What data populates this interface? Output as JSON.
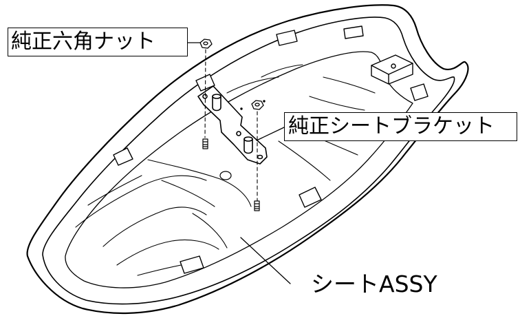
{
  "labels": {
    "genuine_hex_nut": "純正六角ナット",
    "genuine_seat_bracket": "純正シートブラケット",
    "seat_assy": "シートASSY"
  },
  "colors": {
    "line": "#000000",
    "background": "#ffffff"
  }
}
